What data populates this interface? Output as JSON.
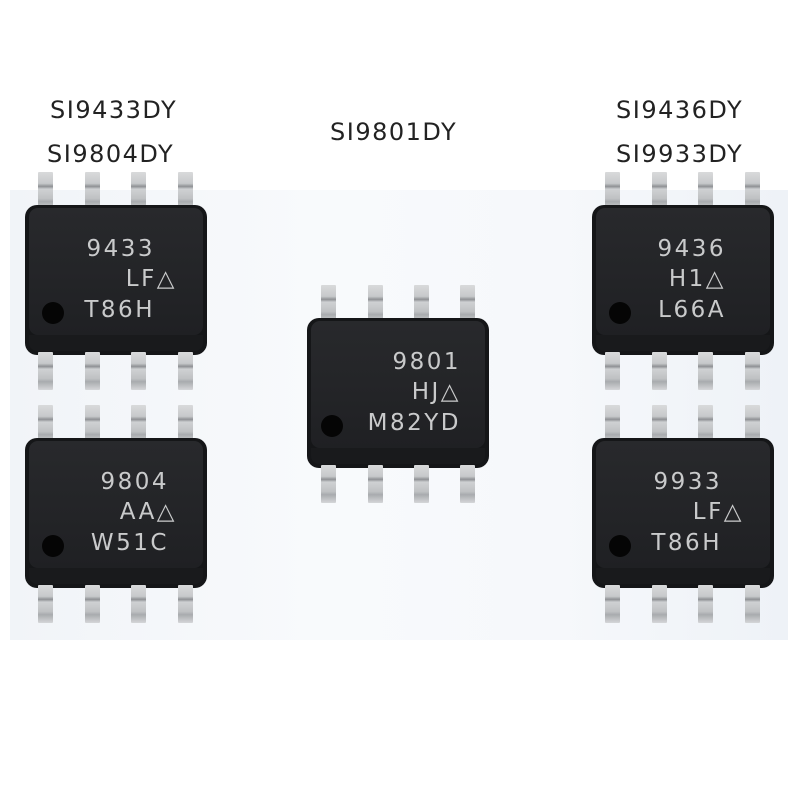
{
  "labels": {
    "left_top": "SI9433DY",
    "left_bottom": "SI9804DY",
    "center": "SI9801DY",
    "right_top": "SI9436DY",
    "right_bottom": "SI9933DY"
  },
  "chips": [
    {
      "id": "chip-9433",
      "package": "SO-8",
      "line1": "9433",
      "line2": "LF△",
      "line3": "T86H"
    },
    {
      "id": "chip-9804",
      "package": "SO-8",
      "line1": "9804",
      "line2": "AA△",
      "line3": "W51C"
    },
    {
      "id": "chip-9801",
      "package": "SO-8",
      "line1": "9801",
      "line2": "HJ△",
      "line3": "M82YD"
    },
    {
      "id": "chip-9436",
      "package": "SO-8",
      "line1": "9436",
      "line2": "H1△",
      "line3": "L66A"
    },
    {
      "id": "chip-9933",
      "package": "SO-8",
      "line1": "9933",
      "line2": "LF△",
      "line3": "T86H"
    }
  ],
  "colors": {
    "chip_body": "#151618",
    "marking_text": "#c9cacb",
    "pin": "#c7c9cb",
    "background": "#ffffff",
    "panel": "#f4f7fa"
  }
}
